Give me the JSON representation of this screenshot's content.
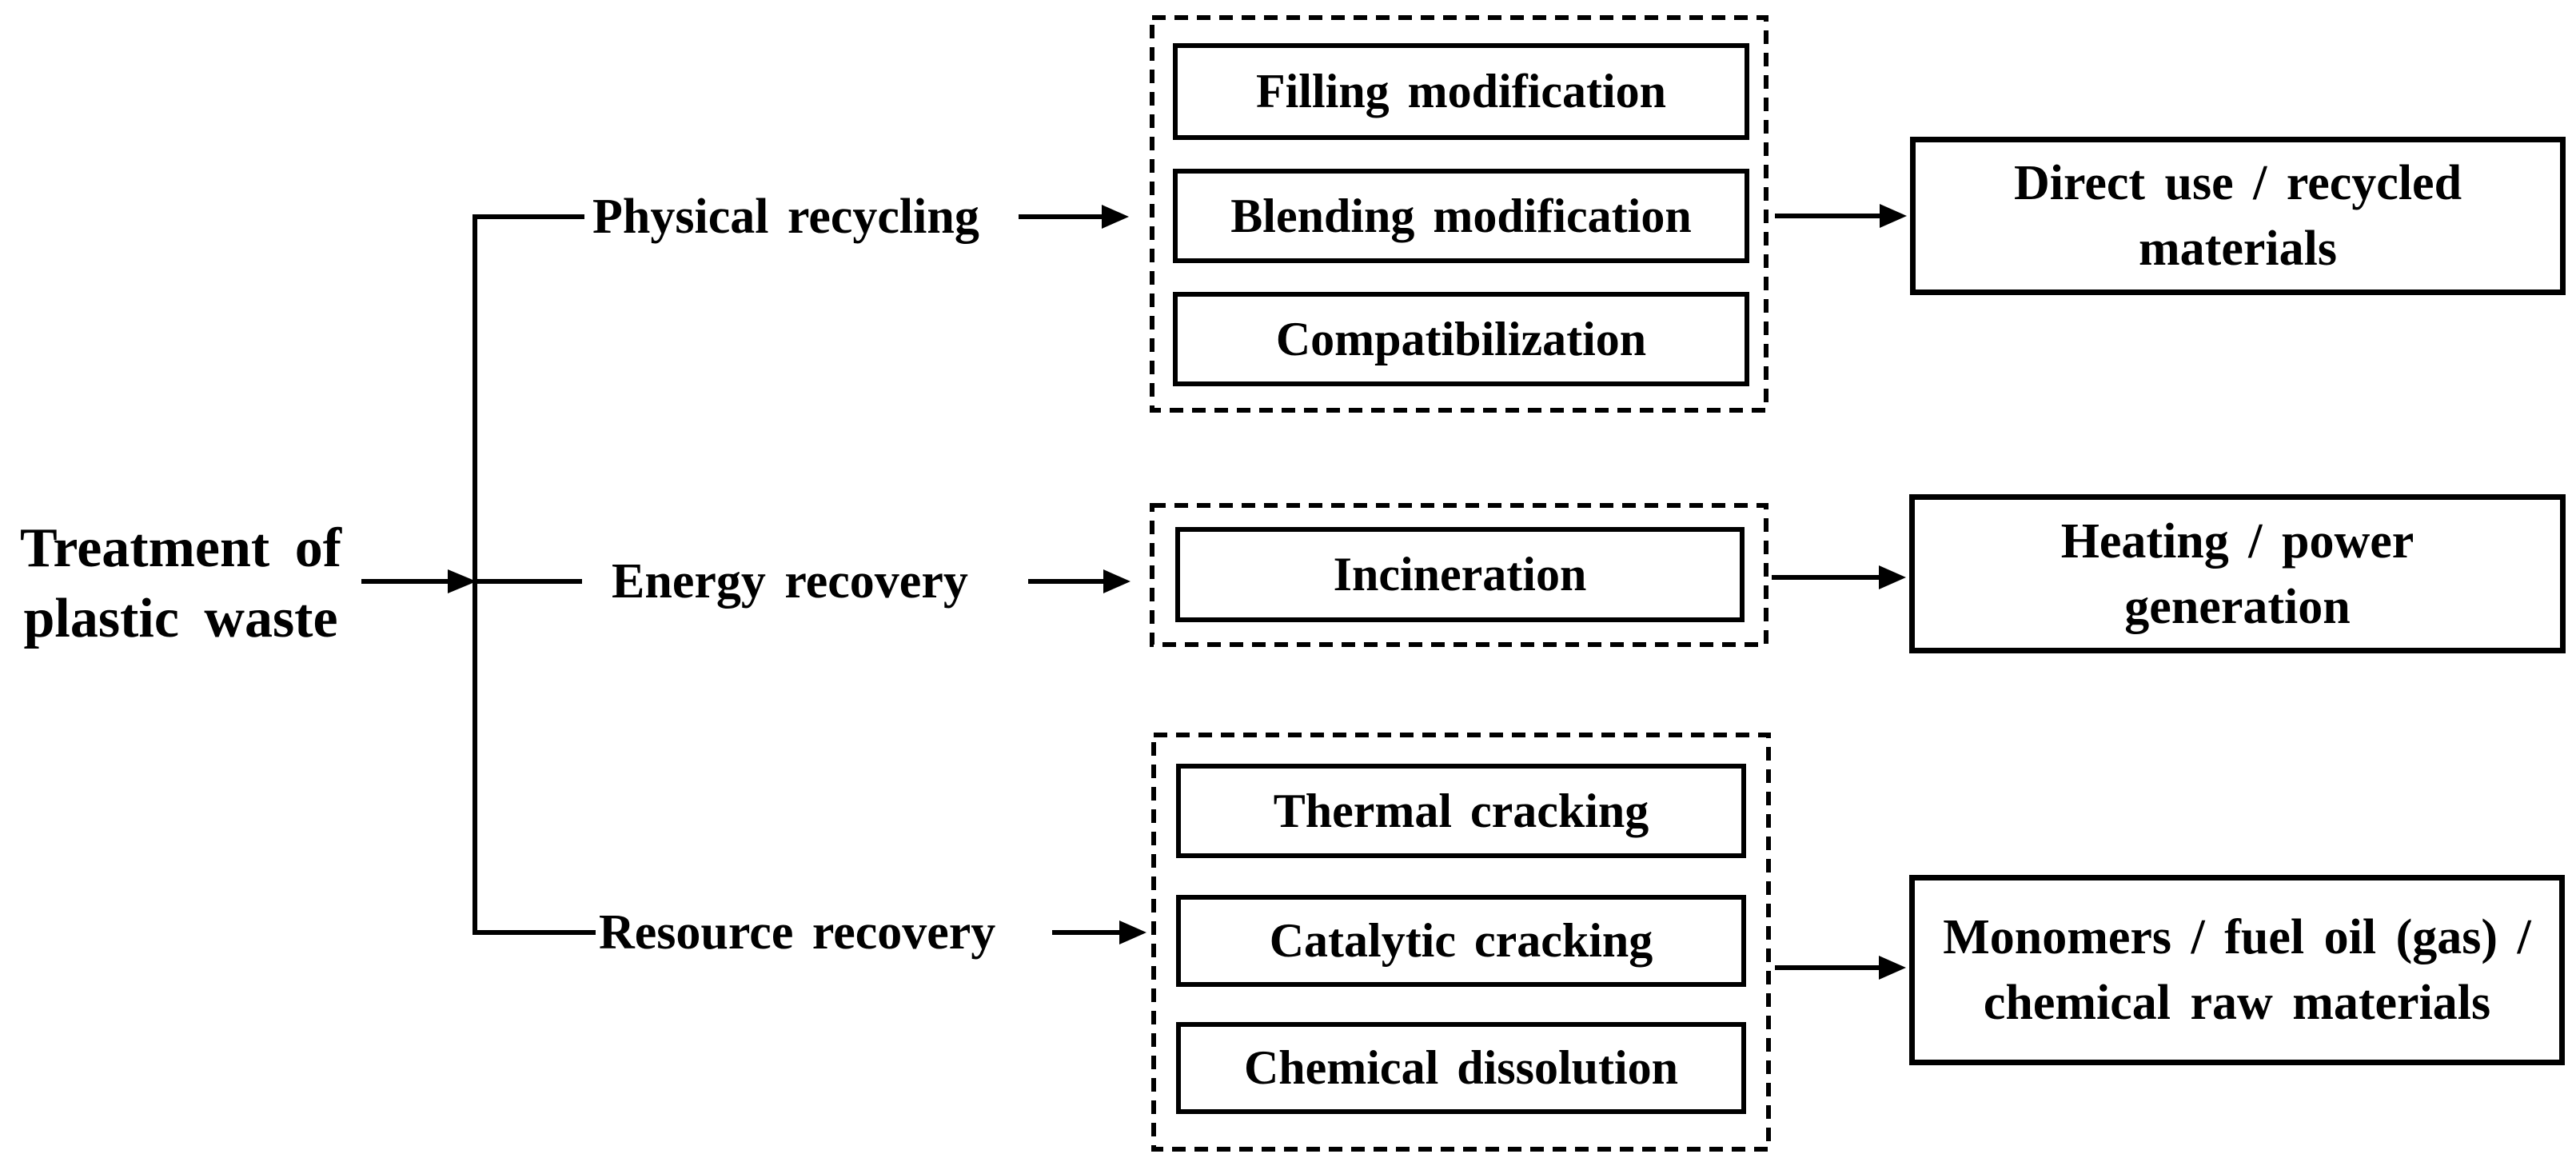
{
  "colors": {
    "ink": "#000000",
    "paper": "#ffffff"
  },
  "root_label": {
    "lines": [
      "Treatment of",
      "plastic waste"
    ]
  },
  "branches": [
    {
      "label": "Physical recycling",
      "methods": [
        "Filling modification",
        "Blending modification",
        "Compatibilization"
      ],
      "output": {
        "lines": [
          "Direct use / recycled",
          "materials"
        ]
      }
    },
    {
      "label": "Energy recovery",
      "methods": [
        "Incineration"
      ],
      "output": {
        "lines": [
          "Heating / power",
          "generation"
        ]
      }
    },
    {
      "label": "Resource recovery",
      "methods": [
        "Thermal cracking",
        "Catalytic cracking",
        "Chemical dissolution"
      ],
      "output": {
        "lines": [
          "Monomers / fuel oil (gas) /",
          "chemical raw materials"
        ]
      }
    }
  ]
}
